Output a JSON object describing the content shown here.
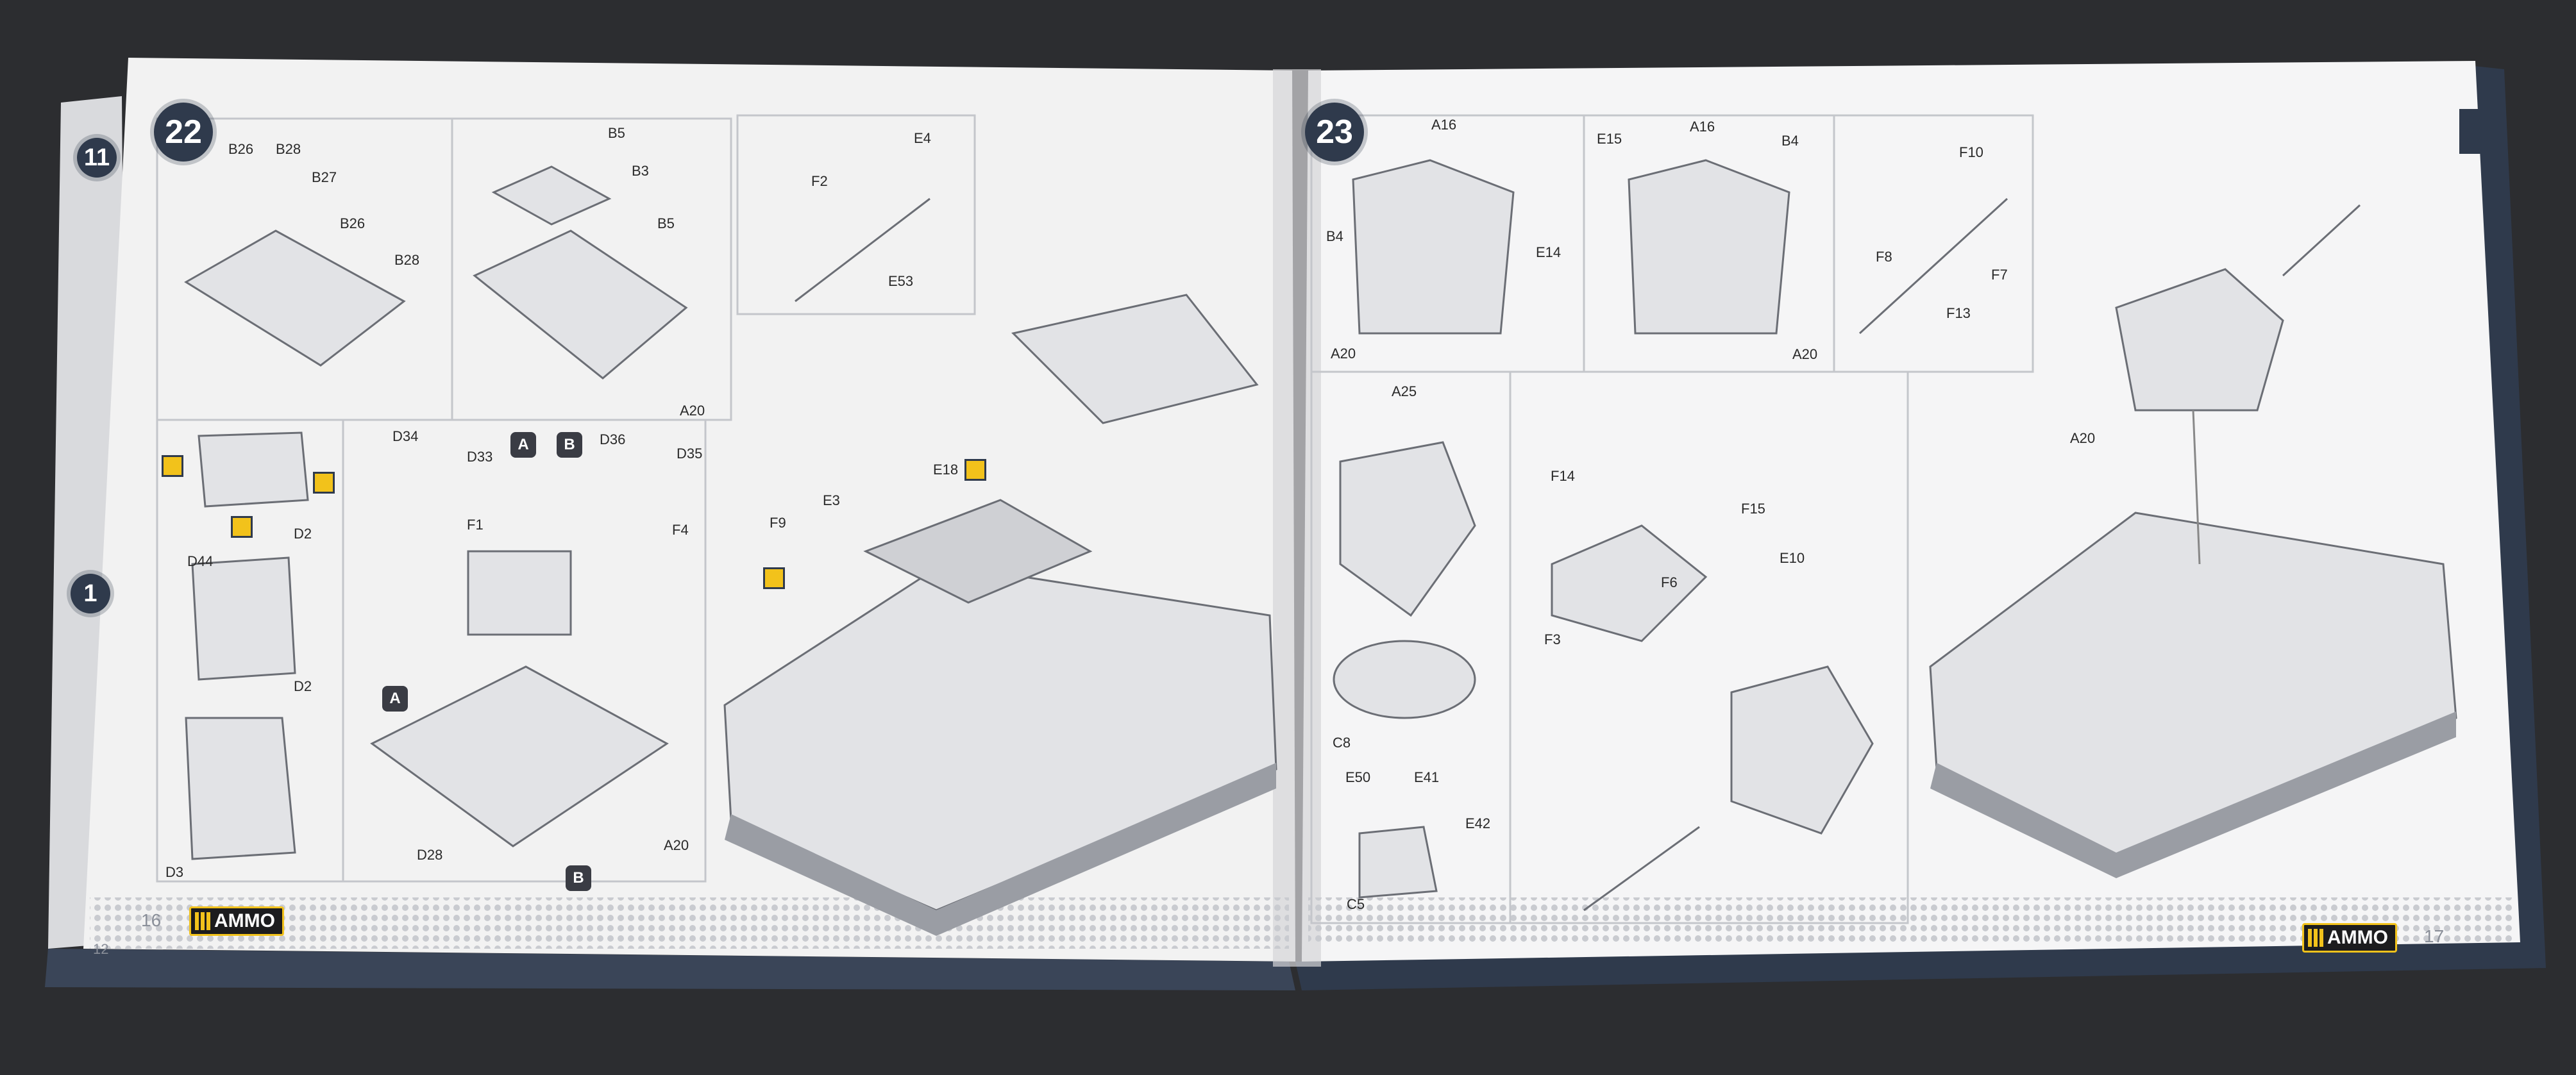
{
  "left_page": {
    "step": "22",
    "page_number": "16",
    "brand": "AMMO",
    "behind_step_top": "11",
    "behind_step_bottom": "1",
    "behind_page_number": "12",
    "panel_a_labels": [
      "B26",
      "B28",
      "B27",
      "B26",
      "B28"
    ],
    "panel_b_labels": [
      "B5",
      "B3",
      "B5",
      "A20"
    ],
    "panel_c_labels": [
      "E4",
      "F2",
      "E53"
    ],
    "panel_d_labels": [
      "D34",
      "D33",
      "D36",
      "D35",
      "F1",
      "F4",
      "D2",
      "D44",
      "D2",
      "D3",
      "D28",
      "A20"
    ],
    "markers": [
      "A",
      "B",
      "A",
      "B"
    ],
    "tank_labels": [
      "E18",
      "E3",
      "F9"
    ]
  },
  "right_page": {
    "step": "23",
    "page_number": "17",
    "brand": "AMMO",
    "panel_a_labels": [
      "A16",
      "B4",
      "E14",
      "A20"
    ],
    "panel_b_labels": [
      "E15",
      "A16",
      "B4",
      "A20"
    ],
    "panel_c_labels": [
      "F10",
      "F8",
      "F7",
      "F13"
    ],
    "panel_d_labels": [
      "A25",
      "C8",
      "E50",
      "E41",
      "E42",
      "C5"
    ],
    "panel_e_labels": [
      "F14",
      "F15",
      "F6",
      "F3",
      "E10"
    ],
    "tank_labels": [
      "A20"
    ]
  }
}
